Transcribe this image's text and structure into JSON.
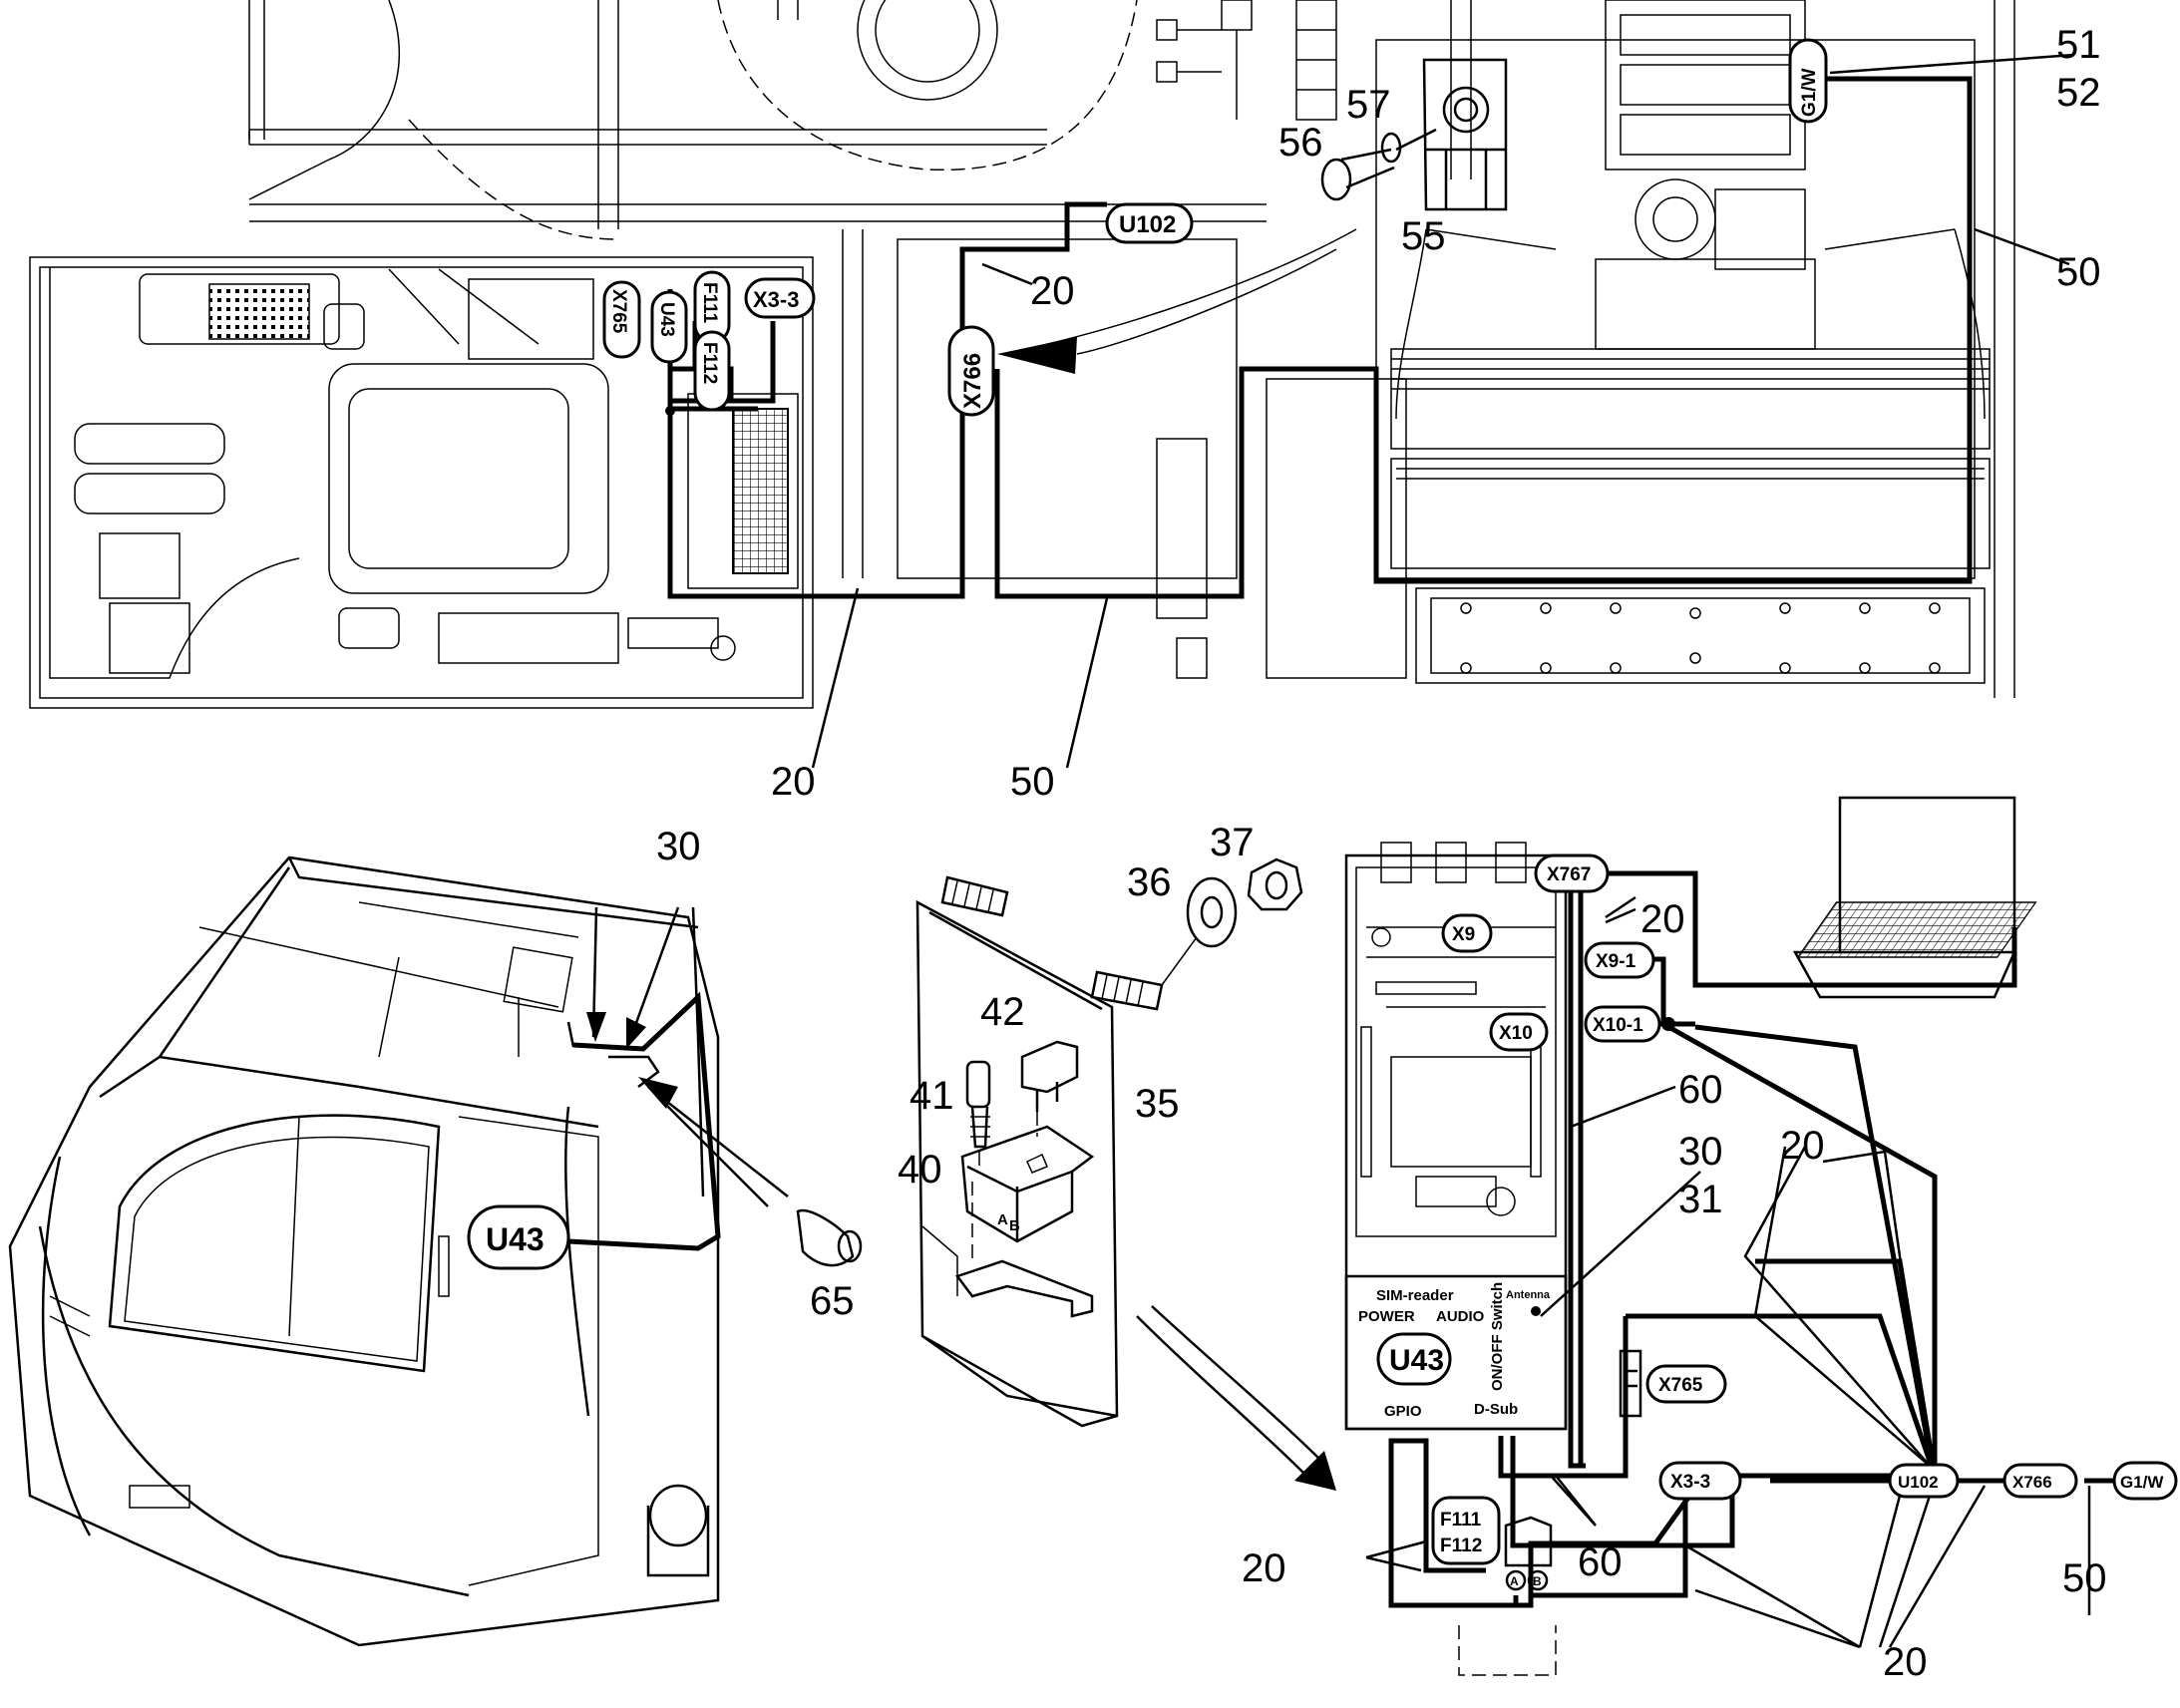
{
  "callouts": {
    "n51": "51",
    "n52": "52",
    "n57": "57",
    "n56": "56",
    "n55": "55",
    "n50_top": "50",
    "n20_top": "20",
    "n20_bottom_left": "20",
    "n50_bottom": "50",
    "n30_cab": "30",
    "n65": "65",
    "n37": "37",
    "n36": "36",
    "n42": "42",
    "n41": "41",
    "n40": "40",
    "n35": "35",
    "n20_x767": "20",
    "n60_right": "60",
    "n30_right": "30",
    "n31": "31",
    "n20_right": "20",
    "n20_lower_left": "20",
    "n60_lower": "60",
    "n20_lower_right": "20",
    "n50_lower_right": "50"
  },
  "connector_tags": {
    "u102_top": "U102",
    "x766_top": "X766",
    "x765_top": "X765",
    "u43_top": "U43",
    "f111_top": "F111",
    "f112_top": "F112",
    "x33_top": "X3-3",
    "g1w_top": "G1/W",
    "u43_cab": "U43",
    "x767": "X767",
    "x9": "X9",
    "x9_1": "X9-1",
    "x10": "X10",
    "x10_1": "X10-1",
    "x765": "X765",
    "x33": "X3-3",
    "u102": "U102",
    "x766": "X766",
    "g1w": "G1/W",
    "f111": "F111",
    "f112": "F112",
    "fuse_a": "A",
    "fuse_b": "B"
  },
  "module_panel": {
    "sim_reader": "SIM-reader",
    "antenna": "Antenna",
    "power": "POWER",
    "audio": "AUDIO",
    "switch": "ON/OFF Switch",
    "model": "U43",
    "gpio": "GPIO",
    "dsub": "D-Sub"
  }
}
